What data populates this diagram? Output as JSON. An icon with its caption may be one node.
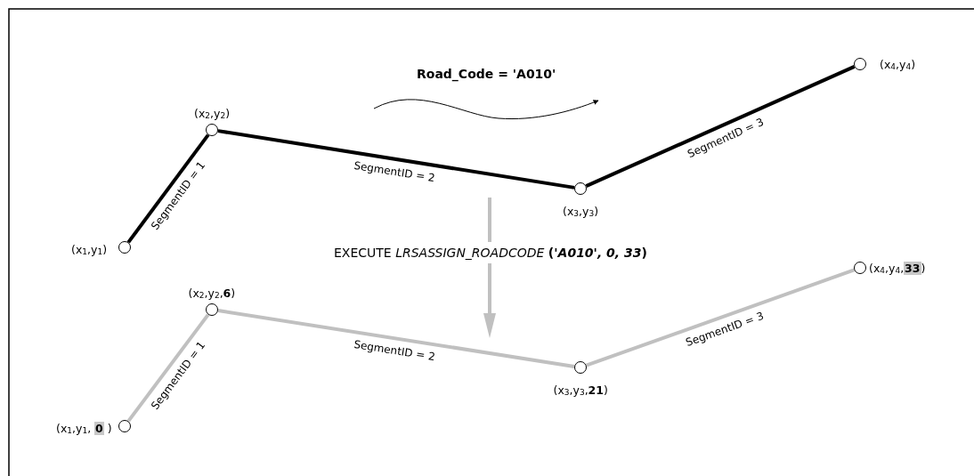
{
  "diagram": {
    "title": "Road_Code = 'A010'",
    "nodes": [
      {
        "text": [],
        "shape": "circle",
        "beside": [
          "(x$_{1}$,y$_{1}$)"
        ]
      },
      {
        "text": [],
        "shape": "circle",
        "beside": [
          "(x$_{2}$,y$_{2}$)"
        ]
      },
      {
        "text": [],
        "shape": "circle",
        "beside": [
          "(x$_{3}$,y$_{3}$)"
        ]
      },
      {
        "text": [],
        "shape": "circle",
        "beside": [
          "(x$_{4}$,y$_{4}$)"
        ]
      },
      {
        "text": [],
        "shape": "circle",
        "beside": [
          "(x$_{1}$,y$_{1}$, **0** )"
        ]
      },
      {
        "text": [],
        "shape": "circle",
        "beside": [
          "(x$_{2}$,y$_{2}$,**6**)"
        ]
      },
      {
        "text": [],
        "shape": "circle",
        "beside": [
          "(x$_{3}$,y$_{3}$,**21**)"
        ]
      },
      {
        "text": [],
        "shape": "circle",
        "beside": [
          "(x$_{4}$,y$_{4}$,**33**)"
        ]
      }
    ],
    "edges": [
      {
        "from": 0,
        "to": 1,
        "arrow": "none",
        "label": "SegmentID = 1"
      },
      {
        "from": 1,
        "to": 2,
        "arrow": "none",
        "label": "SegmentID = 2"
      },
      {
        "from": 2,
        "to": 3,
        "arrow": "none",
        "label": "SegmentID = 3"
      },
      {
        "from": 4,
        "to": 5,
        "arrow": "none",
        "label": "SegmentID = 1",
        "color": "#c0c0c0"
      },
      {
        "from": 5,
        "to": 6,
        "arrow": "none",
        "label": "SegmentID = 2",
        "color": "#c0c0c0"
      },
      {
        "from": 6,
        "to": 7,
        "arrow": "none",
        "label": "SegmentID = 3",
        "color": "#c0c0c0"
      }
    ],
    "labels": [
      "EXECUTE *LRSASSIGN_ROADCODE* **(*'A010', 0, 33*)**"
    ]
  }
}
